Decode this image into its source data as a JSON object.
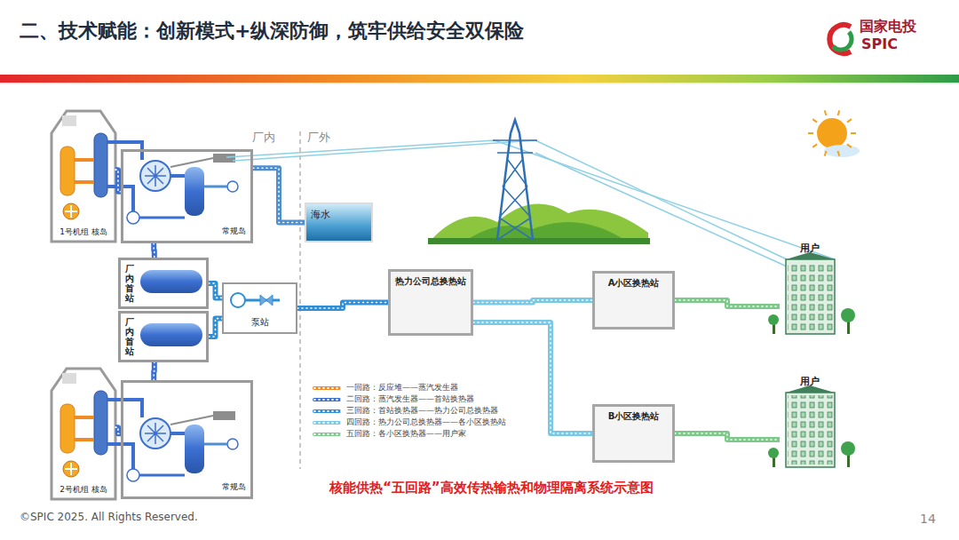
{
  "diagram": {
    "title": "二、技术赋能：创新模式+纵深防御，筑牢供给安全双保险",
    "caption": "核能供热“五回路”高效传热输热和物理隔离系统示意图",
    "nodes": [
      {
        "text": [
          "1号机组 核岛"
        ]
      },
      {
        "text": [
          "常规岛"
        ]
      },
      {
        "text": [
          "2号机组 核岛"
        ]
      },
      {
        "text": [
          "常规岛"
        ]
      },
      {
        "text": [
          "厂内首站"
        ]
      },
      {
        "text": [
          "厂内首站"
        ]
      },
      {
        "text": [
          "泵站"
        ]
      },
      {
        "text": [
          "海水"
        ]
      },
      {
        "text": [
          "热力公司总换热站"
        ]
      },
      {
        "text": [
          "A小区换热站"
        ]
      },
      {
        "text": [
          "B小区换热站"
        ]
      },
      {
        "text": [
          "用户"
        ]
      },
      {
        "text": [
          "用户"
        ]
      }
    ],
    "edges": [
      {
        "from": 0,
        "to": 1,
        "arrow": "none"
      },
      {
        "from": 1,
        "to": 4,
        "arrow": "none"
      },
      {
        "from": 2,
        "to": 3,
        "arrow": "none"
      },
      {
        "from": 3,
        "to": 5,
        "arrow": "none"
      },
      {
        "from": 1,
        "to": 7,
        "arrow": "none"
      },
      {
        "from": 4,
        "to": 6,
        "arrow": "none"
      },
      {
        "from": 5,
        "to": 6,
        "arrow": "none"
      },
      {
        "from": 6,
        "to": 8,
        "arrow": "none"
      },
      {
        "from": 8,
        "to": 9,
        "arrow": "none"
      },
      {
        "from": 8,
        "to": 10,
        "arrow": "none"
      },
      {
        "from": 9,
        "to": 11,
        "arrow": "none"
      },
      {
        "from": 10,
        "to": 12,
        "arrow": "none"
      }
    ],
    "labels": [
      "国家电投",
      "SPIC",
      "厂内",
      "厂外",
      "©SPIC 2025. All Rights Reserved.",
      "14"
    ],
    "legend": [
      {
        "text": "一回路：反应堆——蒸汽发生器",
        "color": "#f08a24"
      },
      {
        "text": "二回路：蒸汽发生器——首站换热器",
        "color": "#3b6fd0"
      },
      {
        "text": "三回路：首站换热器——热力公司总换热器",
        "color": "#2f8fd6"
      },
      {
        "text": "四回路：热力公司总换热器——各小区换热站",
        "color": "#79c8e6"
      },
      {
        "text": "五回路：各小区换热器——用户家",
        "color": "#7cc98a"
      }
    ]
  }
}
